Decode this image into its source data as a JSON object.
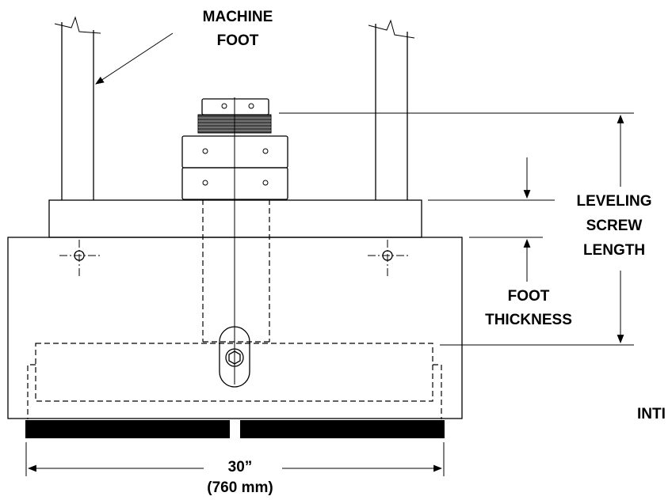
{
  "labels": {
    "machine_foot_line1": "MACHINE",
    "machine_foot_line2": "FOOT",
    "leveling_line1": "LEVELING",
    "leveling_line2": "SCREW",
    "leveling_line3": "LENGTH",
    "foot_thickness_line1": "FOOT",
    "foot_thickness_line2": "THICKNESS",
    "width_value": "30”",
    "width_metric": "(760 mm)",
    "cut_off_text": "INTI"
  }
}
